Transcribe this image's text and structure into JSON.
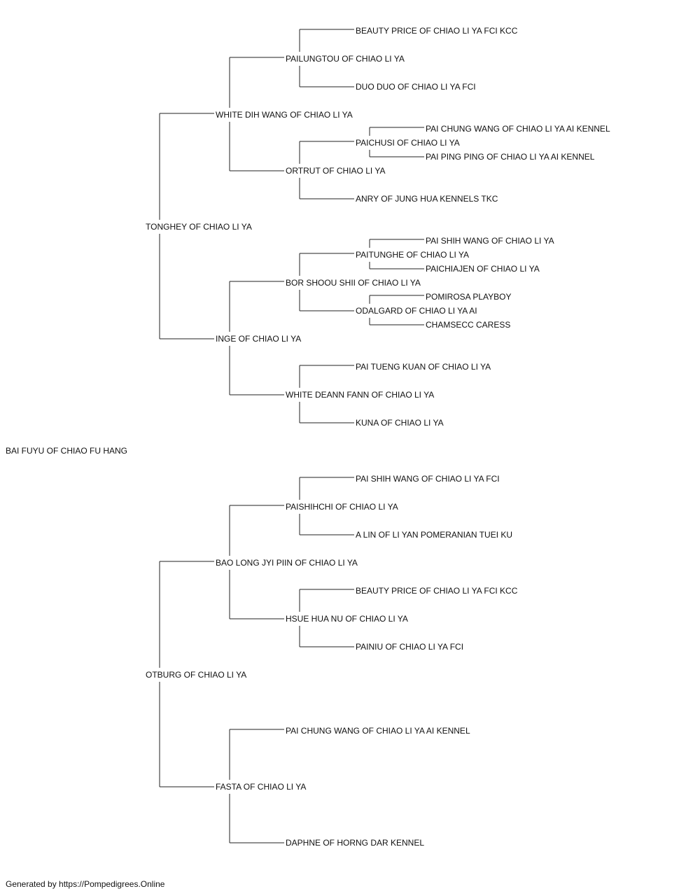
{
  "pedigree": {
    "subject": "BAI FUYU OF CHIAO FU HANG",
    "sire": {
      "name": "TONGHEY OF CHIAO LI YA",
      "sire": {
        "name": "WHITE DIH WANG OF CHIAO LI YA",
        "sire": {
          "name": "PAILUNGTOU OF CHIAO LI YA",
          "sire": {
            "name": "BEAUTY PRICE OF CHIAO LI YA FCI KCC"
          },
          "dam": {
            "name": "DUO DUO OF CHIAO LI YA FCI"
          }
        },
        "dam": {
          "name": "ORTRUT OF CHIAO LI YA",
          "sire": {
            "name": "PAICHUSI OF CHIAO LI YA",
            "sire": {
              "name": "PAI CHUNG WANG OF CHIAO LI YA AI KENNEL"
            },
            "dam": {
              "name": "PAI PING PING OF CHIAO LI YA AI KENNEL"
            }
          },
          "dam": {
            "name": "ANRY OF JUNG HUA KENNELS TKC"
          }
        }
      },
      "dam": {
        "name": "INGE OF CHIAO LI YA",
        "sire": {
          "name": "BOR SHOOU SHII OF CHIAO LI YA",
          "sire": {
            "name": "PAITUNGHE OF CHIAO LI YA",
            "sire": {
              "name": "PAI SHIH WANG OF CHIAO LI YA"
            },
            "dam": {
              "name": "PAICHIAJEN OF CHIAO LI YA"
            }
          },
          "dam": {
            "name": "ODALGARD OF CHIAO LI YA AI",
            "sire": {
              "name": "POMIROSA PLAYBOY"
            },
            "dam": {
              "name": "CHAMSECC CARESS"
            }
          }
        },
        "dam": {
          "name": "WHITE DEANN FANN OF CHIAO LI YA",
          "sire": {
            "name": "PAI TUENG KUAN OF CHIAO LI YA"
          },
          "dam": {
            "name": "KUNA OF CHIAO LI YA"
          }
        }
      }
    },
    "dam": {
      "name": "OTBURG OF CHIAO LI YA",
      "sire": {
        "name": "BAO LONG JYI PIIN OF CHIAO LI YA",
        "sire": {
          "name": "PAISHIHCHI OF CHIAO LI YA",
          "sire": {
            "name": "PAI SHIH WANG OF CHIAO LI YA FCI"
          },
          "dam": {
            "name": "A LIN OF LI YAN POMERANIAN TUEI KU"
          }
        },
        "dam": {
          "name": "HSUE HUA NU OF CHIAO LI YA",
          "sire": {
            "name": "BEAUTY PRICE OF CHIAO LI YA FCI KCC"
          },
          "dam": {
            "name": "PAINIU OF CHIAO LI YA FCI"
          }
        }
      },
      "dam": {
        "name": "FASTA OF CHIAO LI YA",
        "sire": {
          "name": "PAI CHUNG WANG OF CHIAO LI YA AI KENNEL"
        },
        "dam": {
          "name": "DAPHNE OF HORNG DAR KENNEL"
        }
      }
    }
  },
  "footer": "Generated by https://Pompedigrees.Online"
}
